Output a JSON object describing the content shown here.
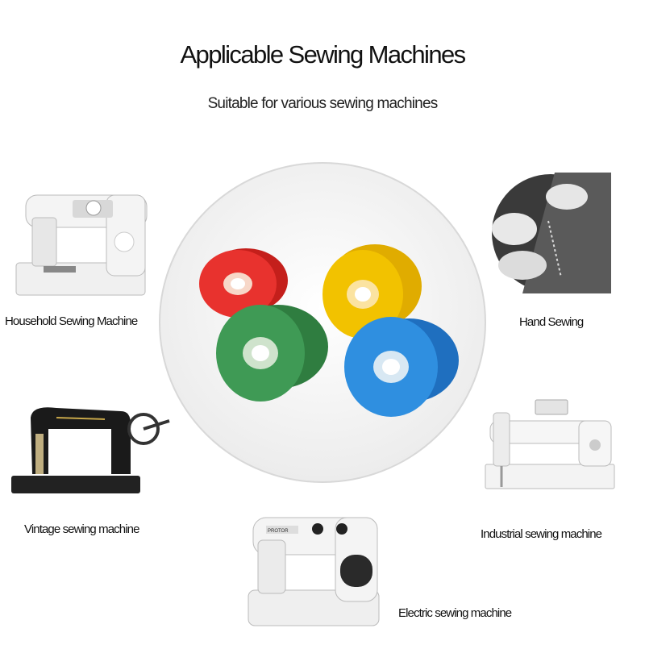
{
  "header": {
    "title": "Applicable Sewing Machines",
    "subtitle": "Suitable for various sewing machines"
  },
  "machines": [
    {
      "label": "Household Sewing Machine"
    },
    {
      "label": "Hand Sewing"
    },
    {
      "label": "Vintage sewing machine"
    },
    {
      "label": "Industrial sewing machine"
    },
    {
      "label": "Electric sewing machine"
    }
  ],
  "center": {
    "bobbins": [
      {
        "color": "#e8322e"
      },
      {
        "color": "#f2c200"
      },
      {
        "color": "#3f9a55"
      },
      {
        "color": "#2f8fe0"
      }
    ]
  },
  "electric_brand": "PROTOR"
}
